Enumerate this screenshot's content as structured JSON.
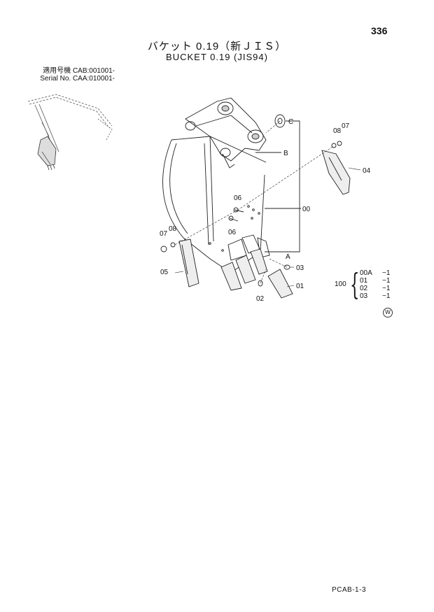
{
  "page": {
    "number": "336",
    "footer_code": "PCAB-1-3"
  },
  "title": {
    "japanese": "バケット 0.19（新ＪＩＳ）",
    "english": "BUCKET 0.19 (JIS94)"
  },
  "serial": {
    "line1": "適用号機  CAB:001001-",
    "line2": "Serial No. CAA:010001-"
  },
  "diagram": {
    "callouts": [
      "C",
      "B",
      "A",
      "00",
      "01",
      "02",
      "03",
      "04",
      "05",
      "06",
      "06",
      "07",
      "07",
      "08",
      "08"
    ]
  },
  "legend": {
    "total_label": "100",
    "rows": [
      {
        "code": "00A",
        "qty": "~1"
      },
      {
        "code": "01",
        "qty": "~1"
      },
      {
        "code": "02",
        "qty": "~1"
      },
      {
        "code": "03",
        "qty": "~1"
      }
    ]
  },
  "watermark": "W"
}
